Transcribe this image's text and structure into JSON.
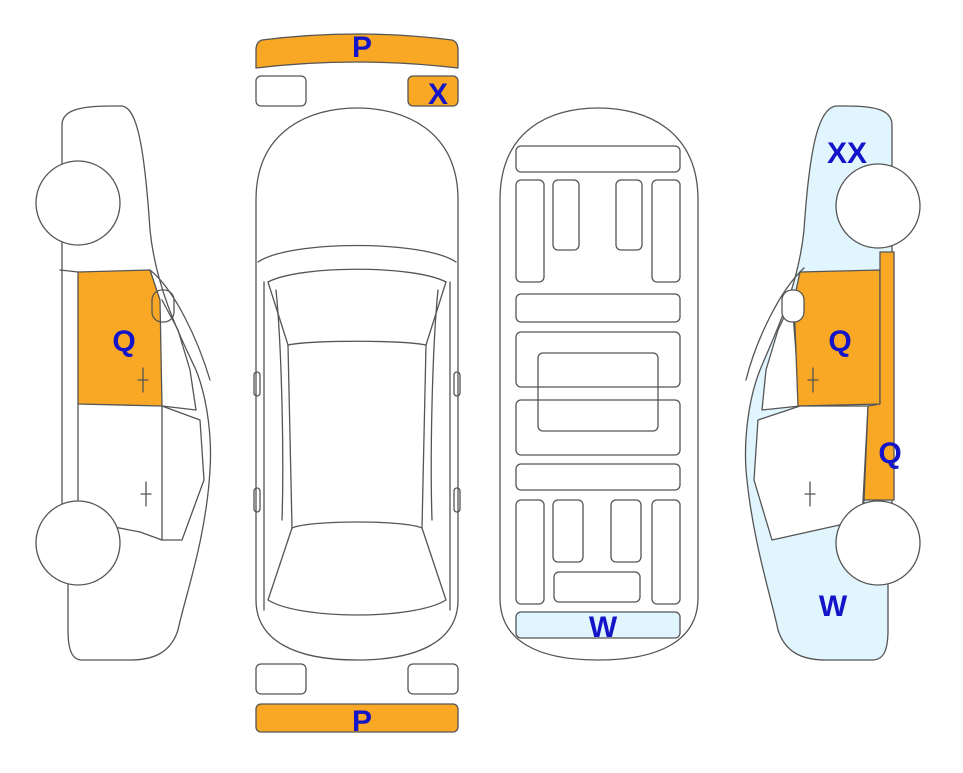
{
  "colors": {
    "orange": "#F9A825",
    "light_blue": "#E1F5FE",
    "label": "#1414C8",
    "outline": "#555555",
    "background": "#FFFFFF"
  },
  "labels": {
    "front_bumper": "P",
    "rear_bumper": "P",
    "right_headlamp": "X",
    "left_front_door": "Q",
    "right_front_door": "Q",
    "right_rear_door": "Q",
    "right_front_fender": "XX",
    "right_rear_quarter": "W",
    "cabin_rear_panel": "W"
  }
}
